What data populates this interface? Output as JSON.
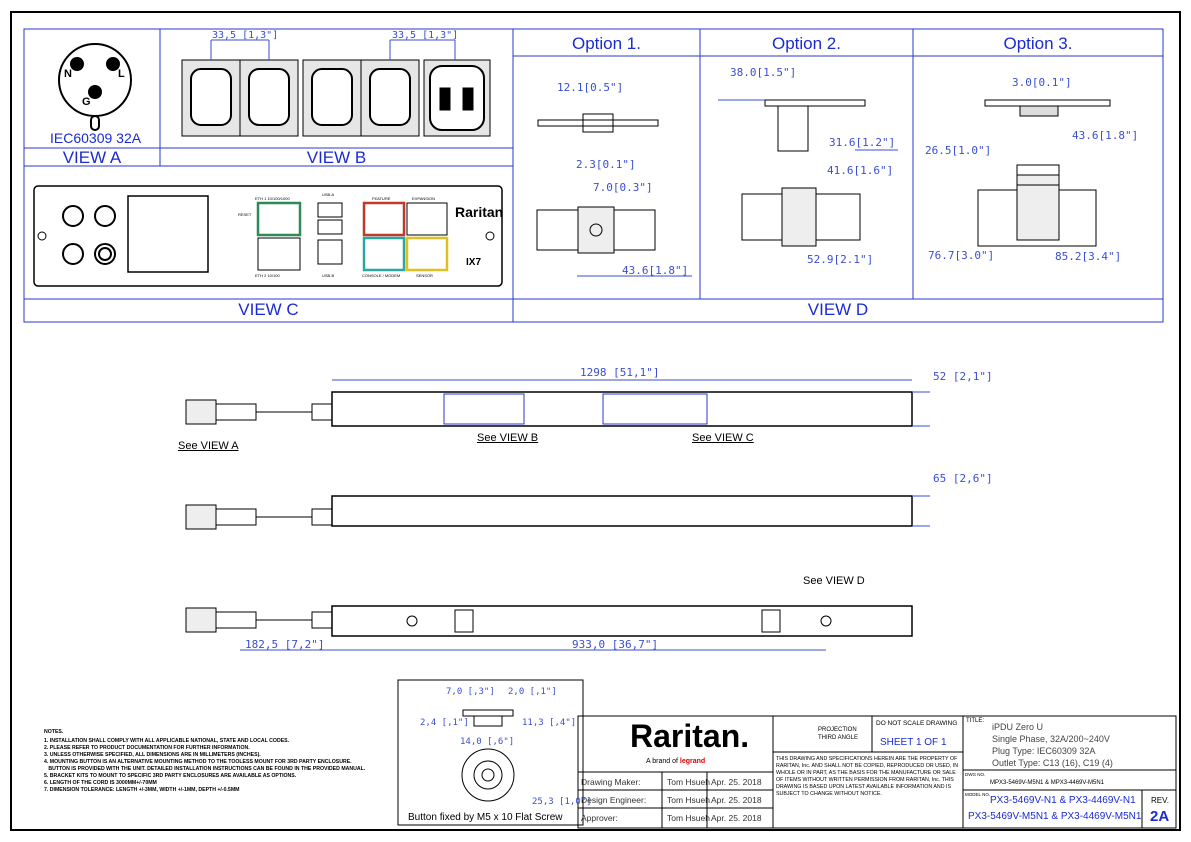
{
  "views": {
    "view_a": {
      "plug_label": "IEC60309 32A",
      "pins": [
        "N",
        "L",
        "G"
      ],
      "title": "VIEW A"
    },
    "view_b": {
      "title": "VIEW B",
      "dims": [
        "33,5 [1,3\"]",
        "33,5 [1,3\"]"
      ]
    },
    "view_c": {
      "title": "VIEW C",
      "brand": "Raritan",
      "model": "IX7",
      "ports": [
        "ETH 1 10/100/1000",
        "USB-A",
        "FEATURE",
        "EXPANSION",
        "RESET",
        "ETH 2 10/100",
        "USB-B",
        "CONSOLE / MODEM",
        "SENSOR"
      ]
    },
    "view_d": {
      "title": "VIEW D"
    }
  },
  "options": [
    {
      "title": "Option 1.",
      "dims": [
        "12.1[0.5\"]",
        "2.3[0.1\"]",
        "7.0[0.3\"]",
        "43.6[1.8\"]"
      ]
    },
    {
      "title": "Option  2.",
      "dims": [
        "38.0[1.5\"]",
        "31.6[1.2\"]",
        "41.6[1.6\"]",
        "52.9[2.1\"]"
      ]
    },
    {
      "title": "Option 3.",
      "dims": [
        "3.0[0.1\"]",
        "43.6[1.8\"]",
        "26.5[1.0\"]",
        "76.7[3.0\"]",
        "85.2[3.4\"]"
      ]
    }
  ],
  "main": {
    "dim_length": "1298  [51,1\"]",
    "dim_width": "52  [2,1\"]",
    "dim_depth": "65  [2,6\"]",
    "dim_offset": "182,5  [7,2\"]",
    "dim_span": "933,0  [36,7\"]",
    "refs": [
      "See VIEW A",
      "See VIEW B",
      "See VIEW C",
      "See VIEW D"
    ]
  },
  "button_detail": {
    "dims": [
      "7,0  [,3\"]",
      "2,0  [,1\"]",
      "2,4  [,1\"]",
      "11,3  [,4\"]",
      "14,0  [,6\"]",
      "25,3  [1,0\"]"
    ],
    "caption": "Button fixed by M5 x 10 Flat Screw"
  },
  "notes": {
    "heading": "NOTES.",
    "items": [
      "1. INSTALLATION SHALL COMPLY WITH ALL APPLICABLE NATIONAL, STATE AND LOCAL CODES.",
      "2. PLEASE REFER TO PRODUCT DOCUMENTATION FOR FURTHER INFORMATION.",
      "3. UNLESS OTHERWISE SPECIFIED, ALL DIMENSIONS ARE IN MILLIMETERS (INCHES).",
      "4. MOUNTING BUTTON IS AN ALTERNATIVE MOUNTING METHOD TO THE TOOLESS MOUNT FOR 3RD PARTY ENCLOSURE.",
      "   BUTTON IS PROVIDED WITH THE UNIT. DETAILED INSTALLATION INSTRUCTIONS CAN BE FOUND IN THE PROVIDED MANUAL.",
      "5. BRACKET KITS TO MOUNT TO SPECIFIC 3RD PARTY ENCLOSURES ARE AVAILABLE AS OPTIONS.",
      "6. LENGTH OF THE CORD IS 3000MM+/-70MM",
      "7. DIMENSION TOLERANCE: LENGTH +/-3MM, WIDTH +/-1MM, DEPTH +/-0.5MM"
    ]
  },
  "title_block": {
    "logo": "Raritan.",
    "tagline": "A brand of",
    "legrand": "legrand",
    "rows": [
      {
        "role": "Drawing Maker:",
        "name": "Tom Hsueh",
        "date": "Apr. 25. 2018"
      },
      {
        "role": "Design Engineer:",
        "name": "Tom Hsueh",
        "date": "Apr. 25. 2018"
      },
      {
        "role": "Approver:",
        "name": "Tom Hsueh",
        "date": "Apr. 25. 2018"
      }
    ],
    "projection": "PROJECTION\nTHIRD ANGLE",
    "do_not_scale": "DO NOT SCALE DRAWING",
    "sheet": "SHEET 1 OF 1",
    "disclaimer": "THIS DRAWING AND SPECIFICATIONS HEREIN ARE THE PROPERTY OF RARITAN, Inc. AND SHALL NOT BE COPIED, REPRODUCED OR USED, IN WHOLE OR IN PART, AS THE BASIS FOR THE MANUFACTURE OR SALE OF ITEMS WITHOUT WRITTEN PERMISSION FROM RARITAN, Inc. THIS DRAWING IS BASED UPON LATEST AVAILABLE INFORMATION AND IS SUBJECT TO CHANGE WITHOUT NOTICE.",
    "title_label": "TITLE:",
    "title_lines": [
      "iPDU Zero U",
      "Single Phase, 32A/200~240V",
      "Plug Type: IEC60309 32A",
      "Outlet Type: C13 (16), C19 (4)"
    ],
    "dwg_label": "DWG NO.",
    "dwg_no": "MPX3-5469V-M5N1 & MPX3-4469V-M5N1",
    "model_label": "MODEL NO.",
    "model_no": [
      "PX3-5469V-N1 & PX3-4469V-N1",
      "PX3-5469V-M5N1 & PX3-4469V-M5N1"
    ],
    "rev_label": "REV.",
    "rev": "2A"
  },
  "colors": {
    "dim": "#3a4fd0",
    "label": "#1a2bd4",
    "line": "#000000",
    "green": "#2e8b57",
    "red": "#c0392b",
    "teal": "#2aa7a0",
    "yellow": "#e0c020"
  }
}
